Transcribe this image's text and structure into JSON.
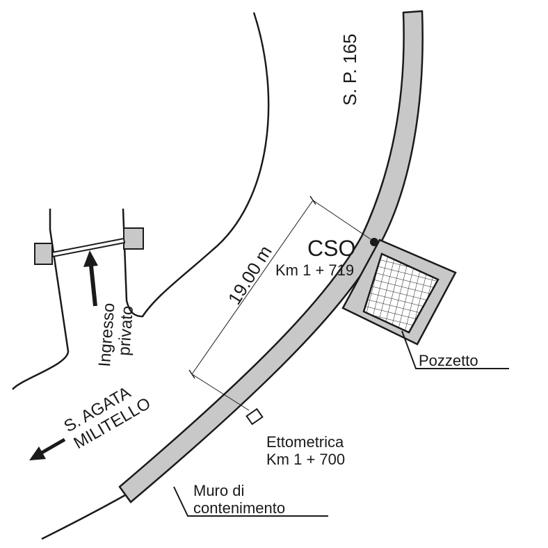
{
  "road": {
    "name": "S. P. 165"
  },
  "cso": {
    "code": "CSO",
    "km": "Km 1 + 719"
  },
  "distance": {
    "label": "19.00 m"
  },
  "entrance": {
    "line1": "Ingresso",
    "line2": "privato"
  },
  "direction": {
    "line1": "S. AGATA",
    "line2": "MILITELLO"
  },
  "milestone": {
    "line1": "Ettometrica",
    "line2": "Km 1 + 700"
  },
  "manhole": {
    "label": "Pozzetto"
  },
  "wall": {
    "line1": "Muro di",
    "line2": "contenimento"
  },
  "colors": {
    "wall_fill": "#c8c8c8",
    "stroke": "#1a1a1a"
  }
}
